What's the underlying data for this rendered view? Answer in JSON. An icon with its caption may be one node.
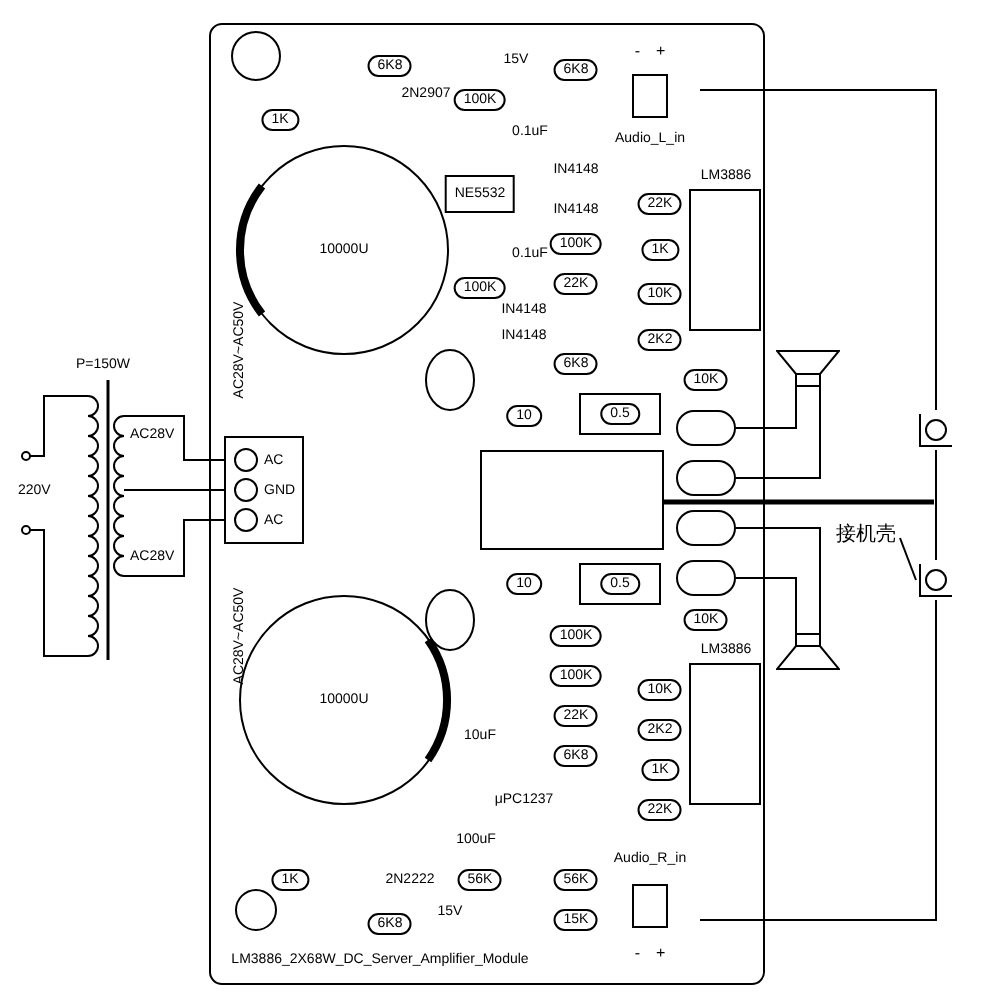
{
  "diagram": {
    "nodes": [
      {
        "text": [
          "P=150W",
          "220V",
          "AC28V",
          "AC28V"
        ]
      },
      {
        "text": [
          "AC",
          "GND",
          "AC"
        ]
      },
      {
        "text": [
          "-",
          "+",
          "Audio_L_in"
        ]
      },
      {
        "text": [
          "Audio_R_in",
          "-",
          "+"
        ]
      },
      {
        "text": [],
        "shape": "speaker"
      },
      {
        "text": [],
        "shape": "speaker"
      },
      {
        "text": [],
        "shape": "box"
      },
      {
        "text": [],
        "shape": "box"
      },
      {
        "text": [],
        "shape": "box"
      },
      {
        "text": [],
        "shape": "box"
      },
      {
        "text": [],
        "shape": "circle"
      },
      {
        "text": [],
        "shape": "circle"
      },
      {
        "text": [
          "接机壳"
        ]
      },
      {
        "text": [],
        "shape": "box"
      }
    ],
    "edges": [
      {
        "from": 0,
        "to": 1,
        "arrow": "none"
      },
      {
        "from": 0,
        "to": 1,
        "arrow": "none"
      },
      {
        "from": 0,
        "to": 1,
        "arrow": "none"
      },
      {
        "from": 2,
        "to": 10,
        "arrow": "none"
      },
      {
        "from": 3,
        "to": 11,
        "arrow": "none"
      },
      {
        "from": 6,
        "to": 4,
        "arrow": "none"
      },
      {
        "from": 7,
        "to": 4,
        "arrow": "none"
      },
      {
        "from": 8,
        "to": 5,
        "arrow": "none"
      },
      {
        "from": 9,
        "to": 5,
        "arrow": "none"
      },
      {
        "from": 10,
        "to": 11,
        "arrow": "none"
      },
      {
        "from": 12,
        "to": 11,
        "arrow": "none"
      },
      {
        "from": 13,
        "to": null,
        "arrow": "none",
        "style": "thick"
      }
    ],
    "labels": [
      "15V",
      "6K8",
      "2N2907",
      "100K",
      "6K8",
      "1K",
      "0.1uF",
      "NE5532",
      "IN4148",
      "IN4148",
      "100K",
      "10000U",
      "0.1uF",
      "100K",
      "IN4148",
      "IN4148",
      "22K",
      "6K8",
      "22K",
      "1K",
      "10K",
      "2K2",
      "LM3886",
      "10K",
      "AC28V~AC50V",
      "10",
      "0.5",
      "10",
      "0.5",
      "AC28V~AC50V",
      "10K",
      "LM3886",
      "100K",
      "10K",
      "2K2",
      "1K",
      "22K",
      "10000U",
      "100K",
      "22K",
      "10uF",
      "6K8",
      "μPC1237",
      "100uF",
      "1K",
      "2N2222",
      "56K",
      "56K",
      "15V",
      "6K8",
      "15K",
      "LM3886_2X68W_DC_Server_Amplifier_Module"
    ]
  }
}
